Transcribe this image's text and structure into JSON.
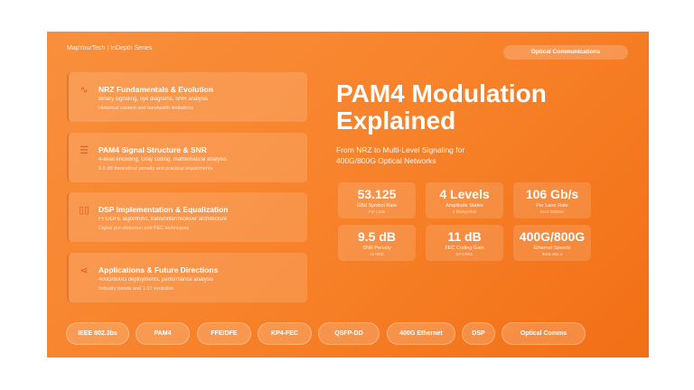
{
  "brand": "MapYourTech | InDepth Series",
  "badge": "Optical Communications",
  "title_line1": "PAM4 Modulation",
  "title_line2": "Explained",
  "subtitle_line1": "From NRZ to Multi-Level Signaling for",
  "subtitle_line2": "400G/800G Optical Networks",
  "cards": [
    {
      "icon": "wave-icon",
      "title": "NRZ Fundamentals & Evolution",
      "line1": "Binary signaling, eye diagrams, SNR analysis",
      "line2": "Historical context and bandwidth limitations"
    },
    {
      "icon": "layers-icon",
      "title": "PAM4 Signal Structure & SNR",
      "line1": "4-level encoding, Gray coding, mathematical analysis",
      "line2": "9.5 dB theoretical penalty and practical impairments"
    },
    {
      "icon": "chip-icon",
      "title": "DSP Implementation & Equalization",
      "line1": "FFE/DFE algorithms, transmitter/receiver architecture",
      "line2": "Digital pre-distortion and FEC techniques"
    },
    {
      "icon": "share-icon",
      "title": "Applications & Future Directions",
      "line1": "400G/800G deployments, performance analysis",
      "line2": "Industry trends and 1.6T evolution"
    }
  ],
  "stats": [
    {
      "value": "53.125",
      "label": "GBd Symbol Rate",
      "note": "Per Lane"
    },
    {
      "value": "4 Levels",
      "label": "Amplitude States",
      "note": "2 bits/symbol"
    },
    {
      "value": "106 Gb/s",
      "label": "Per Lane Rate",
      "note": "53×2 bits/sec"
    },
    {
      "value": "9.5 dB",
      "label": "SNR Penalty",
      "note": "vs NRZ"
    },
    {
      "value": "11 dB",
      "label": "FEC Coding Gain",
      "note": "KP4-FEC"
    },
    {
      "value": "400G/800G",
      "label": "Ethernet Speeds",
      "note": "IEEE 802.3"
    }
  ],
  "tags": [
    "IEEE 802.3bs",
    "PAM4",
    "FFE/DFE",
    "KP4-FEC",
    "QSFP-DD",
    "400G Ethernet",
    "DSP",
    "Optical Comms"
  ]
}
